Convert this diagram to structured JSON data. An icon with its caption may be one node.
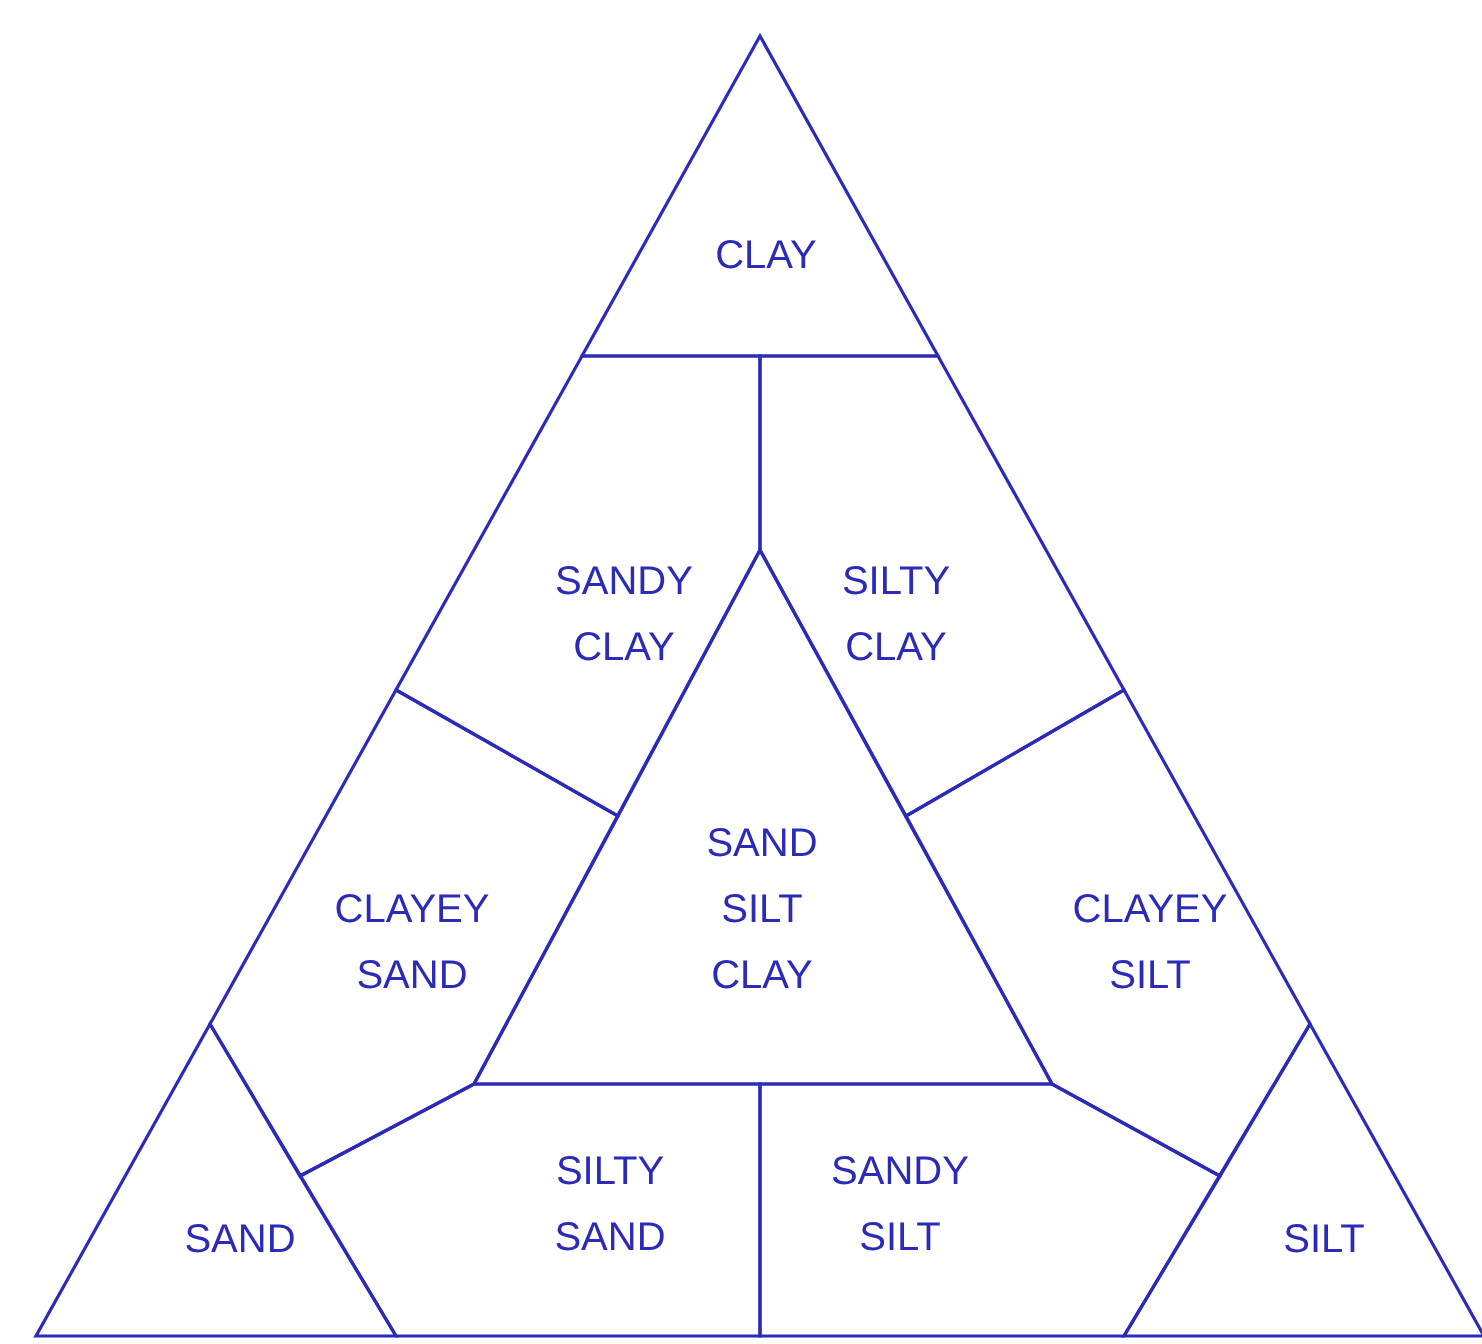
{
  "diagram": {
    "nodes": [
      {
        "text": [
          "CLAY"
        ]
      },
      {
        "text": [
          "SANDY CLAY"
        ]
      },
      {
        "text": [
          "SILTY CLAY"
        ]
      },
      {
        "text": [
          "CLAYEY SAND"
        ]
      },
      {
        "text": [
          "SAND SILT CLAY"
        ]
      },
      {
        "text": [
          "CLAYEY SILT"
        ]
      },
      {
        "text": [
          "SAND"
        ]
      },
      {
        "text": [
          "SILTY SAND"
        ]
      },
      {
        "text": [
          "SANDY SILT"
        ]
      },
      {
        "text": [
          "SILT"
        ]
      }
    ]
  }
}
